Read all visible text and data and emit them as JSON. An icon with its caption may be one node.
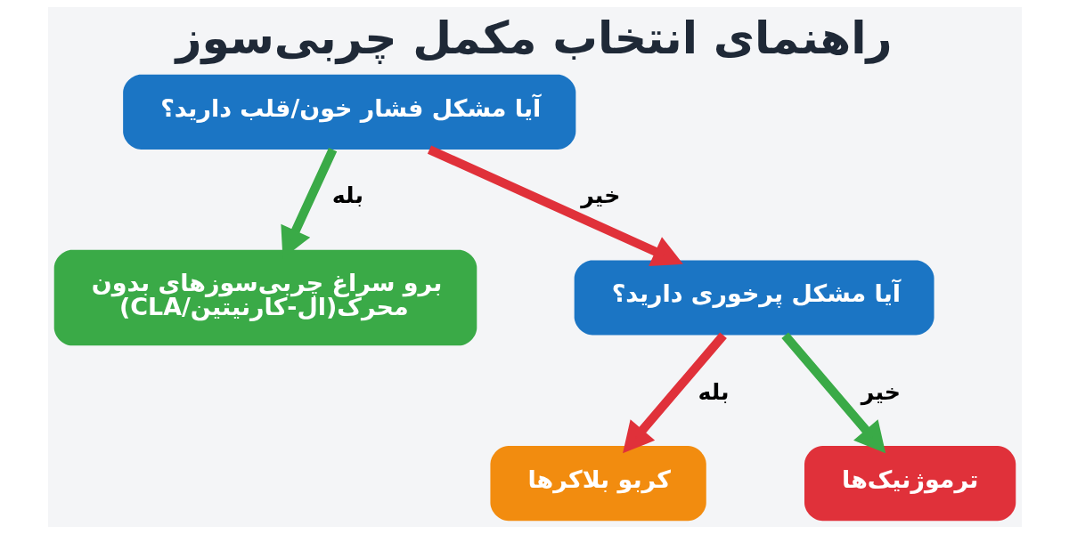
{
  "diagram": {
    "title": "راهنمای انتخاب مکمل چربی‌سوز",
    "nodes": [
      {
        "text": [
          "آیا مشکل فشار خون/قلب دارید؟"
        ]
      },
      {
        "text": [
          "برو سراغ چربی‌سوزهای بدون محرک(ال-کارنیتین/CLA)"
        ]
      },
      {
        "text": [
          "آیا مشکل پرخوری دارید؟"
        ]
      },
      {
        "text": [
          "کربو بلاکرها"
        ]
      },
      {
        "text": [
          "ترموژنیک‌ها"
        ]
      }
    ],
    "edges": [
      {
        "from": 0,
        "to": 1,
        "arrow": "to",
        "label": "بله",
        "color": "#3aaa47"
      },
      {
        "from": 0,
        "to": 2,
        "arrow": "to",
        "label": "خیر",
        "color": "#e0313a"
      },
      {
        "from": 2,
        "to": 3,
        "arrow": "to",
        "label": "بله",
        "color": "#e0313a"
      },
      {
        "from": 2,
        "to": 4,
        "arrow": "to",
        "label": "خیر",
        "color": "#3aaa47"
      }
    ]
  }
}
